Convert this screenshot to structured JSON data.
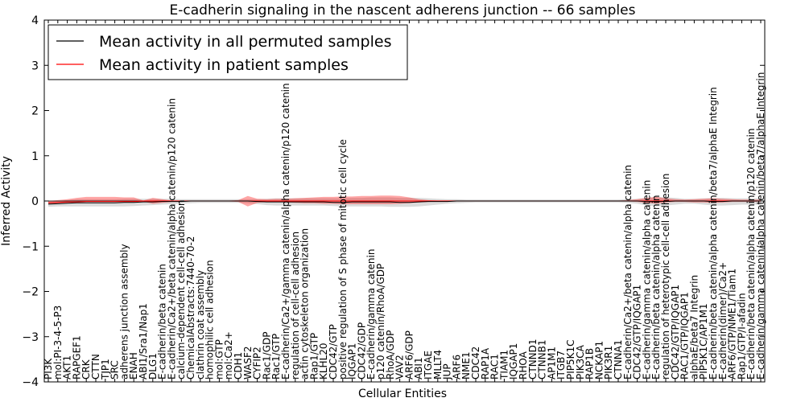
{
  "chart_data": {
    "type": "line",
    "title": "E-cadherin signaling in the nascent adherens junction -- 66 samples",
    "xlabel": "Cellular Entities",
    "ylabel": "Inferred Activity",
    "ylim": [
      -4,
      4
    ],
    "yticks": [
      "4",
      "3",
      "2",
      "1",
      "0",
      "−1",
      "−2",
      "−3",
      "−4"
    ],
    "grid": false,
    "legend_position": "top-left",
    "categories": [
      "PI3K",
      "mol:PI-3-4-5-P3",
      "AKT1",
      "RAPGEF1",
      "CRK",
      "CTTN",
      "TJP1",
      "SRC",
      "adherens junction assembly",
      "ENAH",
      "ABI1/Sra1/Nap1",
      "DLG1",
      "E-cadherin/beta catenin",
      "E-cadherin/Ca2+/beta catenin/alpha catenin/p120 catenin",
      "calcium-dependent cell-cell adhesion",
      "ChemicalAbstracts:7440-70-2",
      "clathrin coat assembly",
      "homophilic cell adhesion",
      "mol:GTP",
      "mol:Ca2+",
      "CDH1",
      "WASF2",
      "CYFIP2",
      "Rac1/GDP",
      "Rac1/GTP",
      "E-cadherin/Ca2+/gamma catenin/alpha catenin/p120 catenin",
      "regulation of cell-cell adhesion",
      "actin cytoskeleton organization",
      "Rap1/GTP",
      "KLHL20",
      "CDC42/GTP",
      "positive regulation of S phase of mitotic cell cycle",
      "IQGAP1",
      "CDC42/GDP",
      "E-cadherin/gamma catenin",
      "p120 catenin/RhoA/GDP",
      "RhoA/GDP",
      "VAV2",
      "ARF6/GDP",
      "ABI1",
      "ITGAE",
      "MLLT4",
      "JUP",
      "ARF6",
      "NME1",
      "CDC42",
      "RAP1A",
      "RAC1",
      "TIAM1",
      "IQGAP1",
      "RHOA",
      "CTNND1",
      "CTNNB1",
      "AP1M1",
      "ITGB7",
      "PIP5K1C",
      "PIK3CA",
      "RAP1B",
      "NCKAP1",
      "PIK3R1",
      "CTNNA1",
      "E-cadherin/Ca2+/beta catenin/alpha catenin",
      "CDC42/GTP/IQGAP1",
      "E-cadherin/gamma catenin/alpha catenin",
      "E-cadherin/beta catenin/alpha catenin",
      "regulation of heterotypic cell-cell adhesion",
      "CDC42/GTP/IQGAP1",
      "RAC1/GTP/IQGAP1",
      "alphaE/beta7 Integrin",
      "PIP5K1C/AP1M1",
      "E-cadherin/beta catenin/alpha catenin/beta7/alphaE Integrin",
      "E-cadherin(dimer)/Ca2+",
      "ARF6/GTP/NME1/Tiam1",
      "Rap1/GTP/I-afadin",
      "E-cadherin/beta catenin/alpha catenin/p120 catenin",
      "E-cadherin/gamma catenin/alpha catenin/beta7/alphaE Integrin"
    ],
    "series": [
      {
        "name": "Mean activity in all permuted samples",
        "color": "#000000",
        "values": [
          -0.07,
          -0.06,
          -0.05,
          -0.04,
          -0.04,
          -0.04,
          -0.04,
          -0.04,
          -0.03,
          -0.03,
          -0.02,
          -0.02,
          -0.01,
          -0.01,
          -0.01,
          0.0,
          0.0,
          0.0,
          0.0,
          0.0,
          0.0,
          0.0,
          -0.01,
          -0.02,
          -0.02,
          -0.02,
          -0.02,
          -0.02,
          -0.02,
          -0.02,
          -0.03,
          -0.03,
          -0.02,
          -0.02,
          -0.02,
          -0.02,
          -0.02,
          -0.03,
          -0.03,
          -0.02,
          -0.01,
          -0.01,
          -0.01,
          0.0,
          0.0,
          0.0,
          0.0,
          0.0,
          0.0,
          0.0,
          0.0,
          0.0,
          0.0,
          0.0,
          0.0,
          0.0,
          0.0,
          0.0,
          0.0,
          0.0,
          0.0,
          0.0,
          0.0,
          -0.01,
          -0.01,
          -0.01,
          0.0,
          0.0,
          0.0,
          0.0,
          -0.01,
          -0.01,
          0.0,
          0.0,
          0.0,
          0.0
        ],
        "band_lower": [
          -0.13,
          -0.12,
          -0.12,
          -0.12,
          -0.12,
          -0.12,
          -0.12,
          -0.12,
          -0.12,
          -0.11,
          -0.1,
          -0.09,
          -0.08,
          -0.07,
          -0.06,
          -0.05,
          -0.04,
          -0.04,
          -0.04,
          -0.04,
          -0.04,
          -0.05,
          -0.07,
          -0.09,
          -0.1,
          -0.1,
          -0.1,
          -0.1,
          -0.1,
          -0.1,
          -0.11,
          -0.12,
          -0.12,
          -0.12,
          -0.12,
          -0.12,
          -0.13,
          -0.13,
          -0.13,
          -0.12,
          -0.1,
          -0.08,
          -0.06,
          -0.05,
          -0.04,
          -0.03,
          -0.03,
          -0.03,
          -0.03,
          -0.03,
          -0.03,
          -0.03,
          -0.03,
          -0.03,
          -0.03,
          -0.03,
          -0.03,
          -0.03,
          -0.03,
          -0.03,
          -0.03,
          -0.04,
          -0.06,
          -0.1,
          -0.12,
          -0.1,
          -0.08,
          -0.06,
          -0.06,
          -0.08,
          -0.1,
          -0.1,
          -0.09,
          -0.08,
          -0.08,
          -0.08
        ],
        "band_upper": [
          -0.01,
          0.0,
          0.02,
          0.04,
          0.04,
          0.04,
          0.04,
          0.04,
          0.05,
          0.05,
          0.05,
          0.05,
          0.05,
          0.05,
          0.04,
          0.04,
          0.04,
          0.04,
          0.04,
          0.04,
          0.04,
          0.04,
          0.04,
          0.05,
          0.06,
          0.06,
          0.06,
          0.06,
          0.06,
          0.06,
          0.06,
          0.06,
          0.07,
          0.07,
          0.08,
          0.08,
          0.08,
          0.07,
          0.07,
          0.07,
          0.06,
          0.05,
          0.04,
          0.04,
          0.03,
          0.03,
          0.03,
          0.03,
          0.03,
          0.03,
          0.03,
          0.03,
          0.03,
          0.03,
          0.03,
          0.03,
          0.03,
          0.03,
          0.03,
          0.03,
          0.03,
          0.04,
          0.05,
          0.07,
          0.09,
          0.08,
          0.07,
          0.05,
          0.05,
          0.06,
          0.07,
          0.07,
          0.06,
          0.06,
          0.06,
          0.06
        ]
      },
      {
        "name": "Mean activity in patient samples",
        "color": "#ff0000",
        "values": [
          -0.04,
          -0.03,
          -0.02,
          -0.02,
          -0.01,
          -0.01,
          -0.01,
          -0.01,
          -0.01,
          -0.01,
          0.0,
          0.0,
          0.0,
          0.0,
          0.0,
          0.0,
          0.0,
          0.0,
          0.0,
          0.0,
          0.0,
          0.0,
          0.0,
          0.0,
          0.0,
          0.0,
          0.0,
          0.0,
          0.0,
          0.0,
          0.0,
          0.0,
          0.0,
          0.0,
          0.0,
          0.0,
          0.0,
          0.0,
          0.0,
          0.0,
          0.0,
          0.0,
          0.0,
          0.0,
          0.0,
          0.0,
          0.0,
          0.0,
          0.0,
          0.0,
          0.0,
          0.0,
          0.0,
          0.0,
          0.0,
          0.0,
          0.0,
          0.0,
          0.0,
          0.0,
          0.0,
          0.0,
          0.0,
          0.0,
          0.0,
          0.0,
          0.0,
          0.0,
          0.0,
          0.0,
          0.0,
          0.0,
          0.0,
          0.0,
          0.0,
          0.0
        ],
        "band_lower": [
          -0.06,
          -0.05,
          -0.04,
          -0.03,
          -0.02,
          -0.02,
          -0.02,
          -0.02,
          -0.02,
          -0.02,
          -0.01,
          -0.06,
          -0.04,
          -0.02,
          -0.01,
          -0.01,
          -0.01,
          -0.01,
          -0.01,
          -0.01,
          -0.02,
          -0.12,
          -0.04,
          -0.02,
          -0.02,
          -0.03,
          -0.04,
          -0.05,
          -0.05,
          -0.06,
          -0.06,
          -0.07,
          -0.07,
          -0.07,
          -0.07,
          -0.07,
          -0.07,
          -0.06,
          -0.05,
          -0.03,
          -0.02,
          -0.01,
          -0.01,
          -0.01,
          -0.01,
          -0.01,
          -0.01,
          -0.01,
          -0.01,
          -0.01,
          -0.01,
          -0.01,
          -0.01,
          -0.01,
          -0.01,
          -0.01,
          -0.01,
          -0.01,
          -0.01,
          -0.01,
          -0.01,
          -0.01,
          -0.02,
          -0.04,
          -0.06,
          -0.03,
          -0.02,
          -0.02,
          -0.03,
          -0.03,
          -0.04,
          -0.03,
          -0.02,
          -0.02,
          -0.02,
          -0.02
        ],
        "band_upper": [
          0.0,
          0.02,
          0.04,
          0.07,
          0.09,
          0.09,
          0.09,
          0.09,
          0.08,
          0.08,
          0.01,
          0.07,
          0.04,
          0.01,
          0.01,
          0.01,
          0.01,
          0.01,
          0.01,
          0.01,
          0.02,
          0.11,
          0.05,
          0.04,
          0.05,
          0.05,
          0.06,
          0.07,
          0.08,
          0.09,
          0.09,
          0.1,
          0.1,
          0.11,
          0.11,
          0.12,
          0.12,
          0.11,
          0.08,
          0.04,
          0.02,
          0.01,
          0.01,
          0.01,
          0.01,
          0.01,
          0.01,
          0.01,
          0.01,
          0.01,
          0.01,
          0.01,
          0.01,
          0.01,
          0.01,
          0.01,
          0.01,
          0.01,
          0.01,
          0.01,
          0.01,
          0.02,
          0.04,
          0.07,
          0.09,
          0.06,
          0.04,
          0.03,
          0.04,
          0.05,
          0.06,
          0.05,
          0.04,
          0.03,
          0.03,
          0.03
        ]
      }
    ]
  }
}
